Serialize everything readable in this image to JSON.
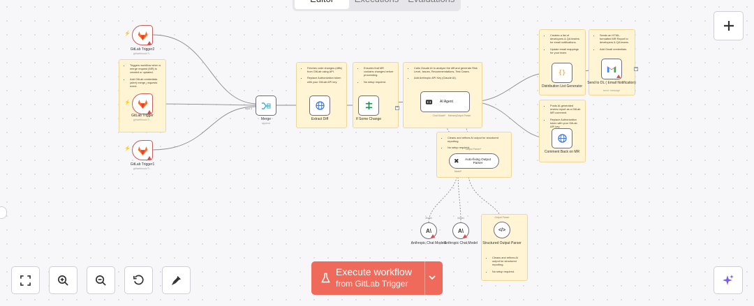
{
  "tabs": [
    "Editor",
    "Executions",
    "Evaluations"
  ],
  "nodes": {
    "gitlab_trigger2": {
      "label": "GitLab Trigger2",
      "sub": "git/webhook/7/..."
    },
    "gitlab_trigger": {
      "label": "GitLab Trigger",
      "sub": "git/webhook/7/..."
    },
    "gitlab_trigger1": {
      "label": "GitLab Trigger1",
      "sub": "git/webhook/7/..."
    },
    "merge": {
      "label": "Merge",
      "sub": "append",
      "port": "Input 3"
    },
    "extract_diff": {
      "label": "Extract Diff"
    },
    "if_some_change": {
      "label": "If Some Change"
    },
    "ai_agent": {
      "label": "AI Agent",
      "port_model": "Chat Model*",
      "port_memory": "Memory",
      "port_parser": "Output Parser"
    },
    "auto_fixing": {
      "label": "Auto-fixing Output Parser",
      "port_model": "Model*",
      "port_parser": "Output Parser*"
    },
    "anthropic_model1": {
      "label": "Anthropic Chat Model1",
      "port": "Model"
    },
    "anthropic_model": {
      "label": "Anthropic Chat Model",
      "port": "Model"
    },
    "structured_parser": {
      "label": "Structured Output Parser",
      "port": "Output Parser"
    },
    "distribution_list": {
      "label": "Distribution List Generator"
    },
    "send_dl": {
      "label": "Send to DL ( Email Notification)",
      "sub": "send: message"
    },
    "comment_mr": {
      "label": "Comment Back on MR"
    }
  },
  "notes": {
    "trigger": [
      "Triggers workflow when a merge request (MR) is created or updated.",
      "Add GitLab credentials (alert) merge_requests event."
    ],
    "extract": [
      "Fetches code changes (diffs) from GitLab using API.",
      "Replace Authorization token with your GitLab API key."
    ],
    "ifchange": [
      "Ensures that MR contains changes before proceeding.",
      "No setup required."
    ],
    "claude": [
      "Calls Claude AI to analyze the diff and generate Risk Level, Issues, Recommendations, Test Cases.",
      "Add Anthropic API Key (Claude AI)."
    ],
    "parser_fix": [
      "Cleans and refines AI output for structured reporting.",
      "No setup required."
    ],
    "distribution": [
      "Creates a list of developers & QA testers for email notifications.",
      "Update email mappings for your team."
    ],
    "email": [
      "Sends an HTML-formatted MR Report to developers & QA teams.",
      "Add Gmail credentials."
    ],
    "comment": [
      "Posts AI-generated review report as a GitLab MR comment.",
      "Replace Authorization token with your GitLab API key."
    ],
    "structured": [
      "Cleans and refines AI output for structured reporting.",
      "No setup required."
    ]
  },
  "execute": {
    "label": "Execute workflow",
    "sub": "from GitLab Trigger"
  },
  "toolbar": {
    "icons": [
      "fit-view-icon",
      "zoom-in-icon",
      "zoom-out-icon",
      "reset-icon",
      "tidy-icon"
    ]
  },
  "colors": {
    "accent": "#f06a5b",
    "note_bg": "#fff4d4",
    "gitlab": "#fc6d26",
    "warning": "#e04848"
  }
}
